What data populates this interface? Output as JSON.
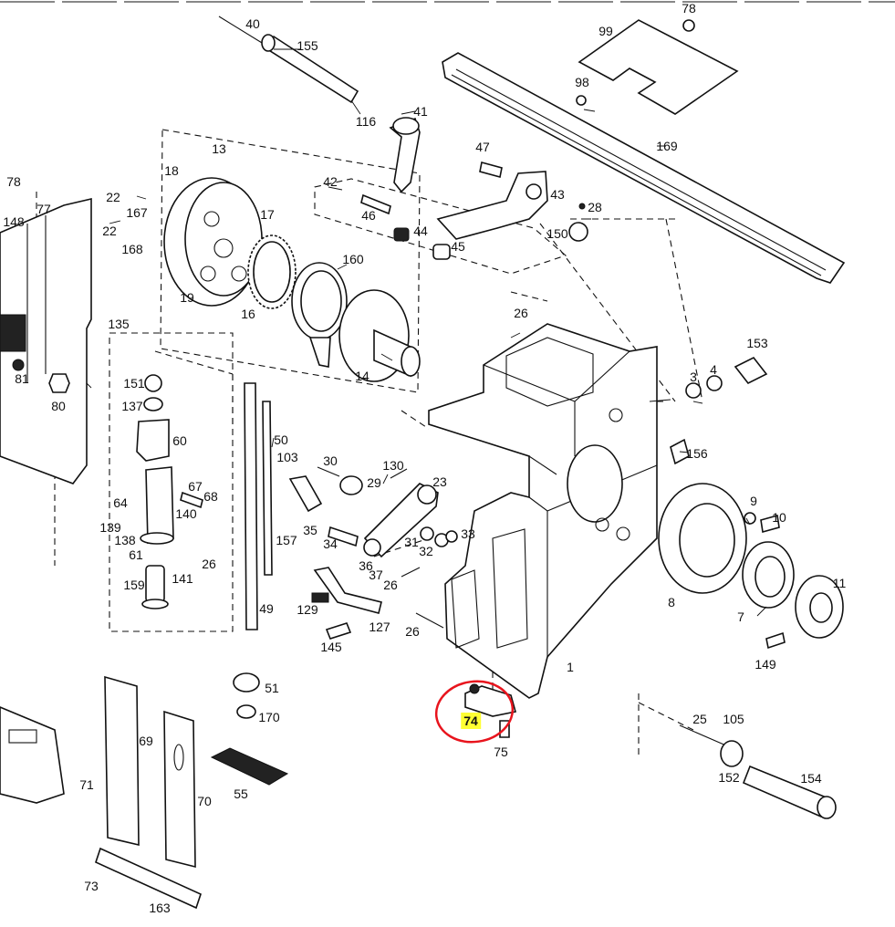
{
  "diagram": {
    "highlight": {
      "part": "74",
      "highlight_color": "#ffff33",
      "circle_color": "#e8141d"
    },
    "parts": [
      "40",
      "155",
      "116",
      "41",
      "13",
      "18",
      "17",
      "47",
      "42",
      "46",
      "44",
      "45",
      "43",
      "28",
      "150",
      "99",
      "78",
      "98",
      "169",
      "22",
      "167",
      "168",
      "19",
      "16",
      "160",
      "148",
      "77",
      "135",
      "151",
      "137",
      "60",
      "67",
      "68",
      "64",
      "139",
      "138",
      "140",
      "61",
      "141",
      "26",
      "159",
      "50",
      "103",
      "30",
      "29",
      "130",
      "23",
      "35",
      "34",
      "31",
      "32",
      "36",
      "37",
      "33",
      "129",
      "127",
      "145",
      "157",
      "49",
      "81",
      "80",
      "14",
      "3",
      "4",
      "153",
      "156",
      "9",
      "10",
      "8",
      "7",
      "11",
      "149",
      "1",
      "25",
      "105",
      "152",
      "154",
      "51",
      "170",
      "55",
      "69",
      "70",
      "71",
      "73",
      "163",
      "74",
      "75"
    ]
  }
}
